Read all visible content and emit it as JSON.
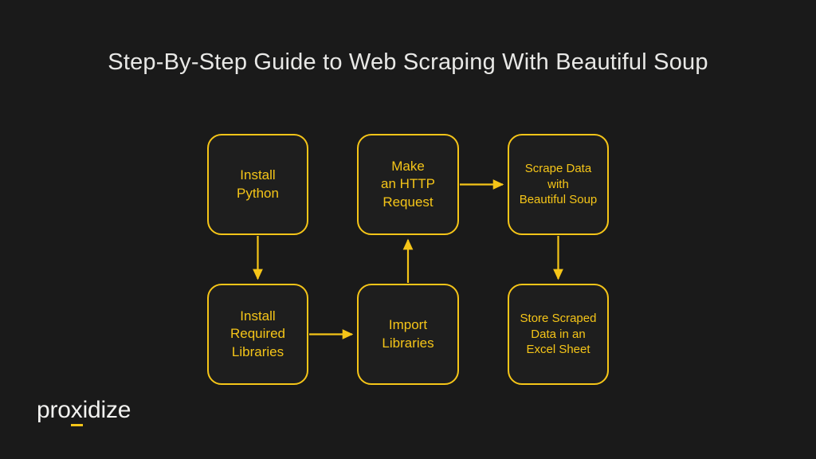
{
  "page": {
    "background_color": "#1a1a1a",
    "title": "Step-By-Step Guide to Web Scraping With Beautiful Soup",
    "title_color": "#e8e8e6",
    "accent_color": "#f5c518"
  },
  "diagram": {
    "type": "flowchart",
    "nodes": [
      {
        "id": "install-python",
        "label": "Install\nPython",
        "row": 1,
        "col": 1
      },
      {
        "id": "make-http-request",
        "label": "Make\nan HTTP\nRequest",
        "row": 1,
        "col": 2
      },
      {
        "id": "scrape-data",
        "label": "Scrape Data\nwith\nBeautiful Soup",
        "row": 1,
        "col": 3
      },
      {
        "id": "install-libraries",
        "label": "Install\nRequired\nLibraries",
        "row": 2,
        "col": 1
      },
      {
        "id": "import-libraries",
        "label": "Import\nLibraries",
        "row": 2,
        "col": 2
      },
      {
        "id": "store-scraped-data",
        "label": "Store Scraped\nData in an\nExcel Sheet",
        "row": 2,
        "col": 3
      }
    ],
    "edges": [
      {
        "id": "edge-1",
        "from": "install-python",
        "to": "install-libraries",
        "direction": "down"
      },
      {
        "id": "edge-2",
        "from": "install-libraries",
        "to": "import-libraries",
        "direction": "right"
      },
      {
        "id": "edge-3",
        "from": "import-libraries",
        "to": "make-http-request",
        "direction": "up"
      },
      {
        "id": "edge-4",
        "from": "make-http-request",
        "to": "scrape-data",
        "direction": "right"
      },
      {
        "id": "edge-5",
        "from": "scrape-data",
        "to": "store-scraped-data",
        "direction": "down"
      }
    ]
  },
  "logo": {
    "prefix": "pro",
    "mark": "x",
    "suffix": "idize",
    "full_text": "proxidize",
    "underline_color": "#f5c518"
  }
}
